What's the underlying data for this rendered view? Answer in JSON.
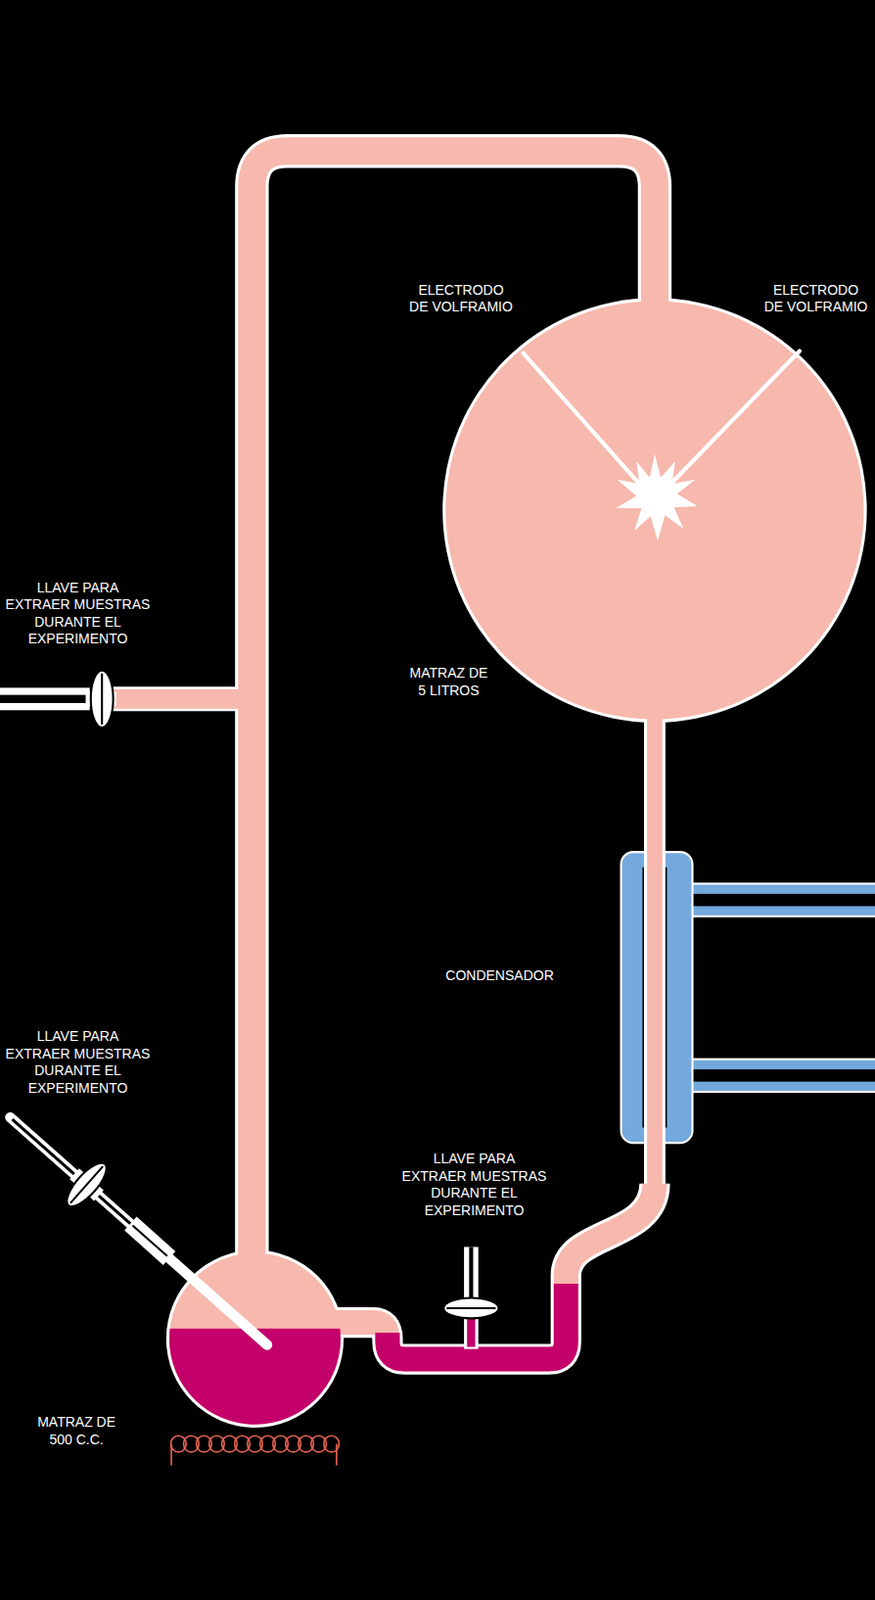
{
  "diagram": {
    "labels": [
      "ELECTRODO DE VOLFRAMIO",
      "ELECTRODO DE VOLFRAMIO",
      "LLAVE PARA EXTRAER MUESTRAS DURANTE EL EXPERIMENTO",
      "MATRAZ DE 5 LITROS",
      "CONDENSADOR",
      "LLAVE PARA EXTRAER MUESTRAS DURANTE EL EXPERIMENTO",
      "LLAVE PARA EXTRAER MUESTRAS DURANTE EL EXPERIMENTO",
      "MATRAZ DE 500 C.C."
    ]
  }
}
